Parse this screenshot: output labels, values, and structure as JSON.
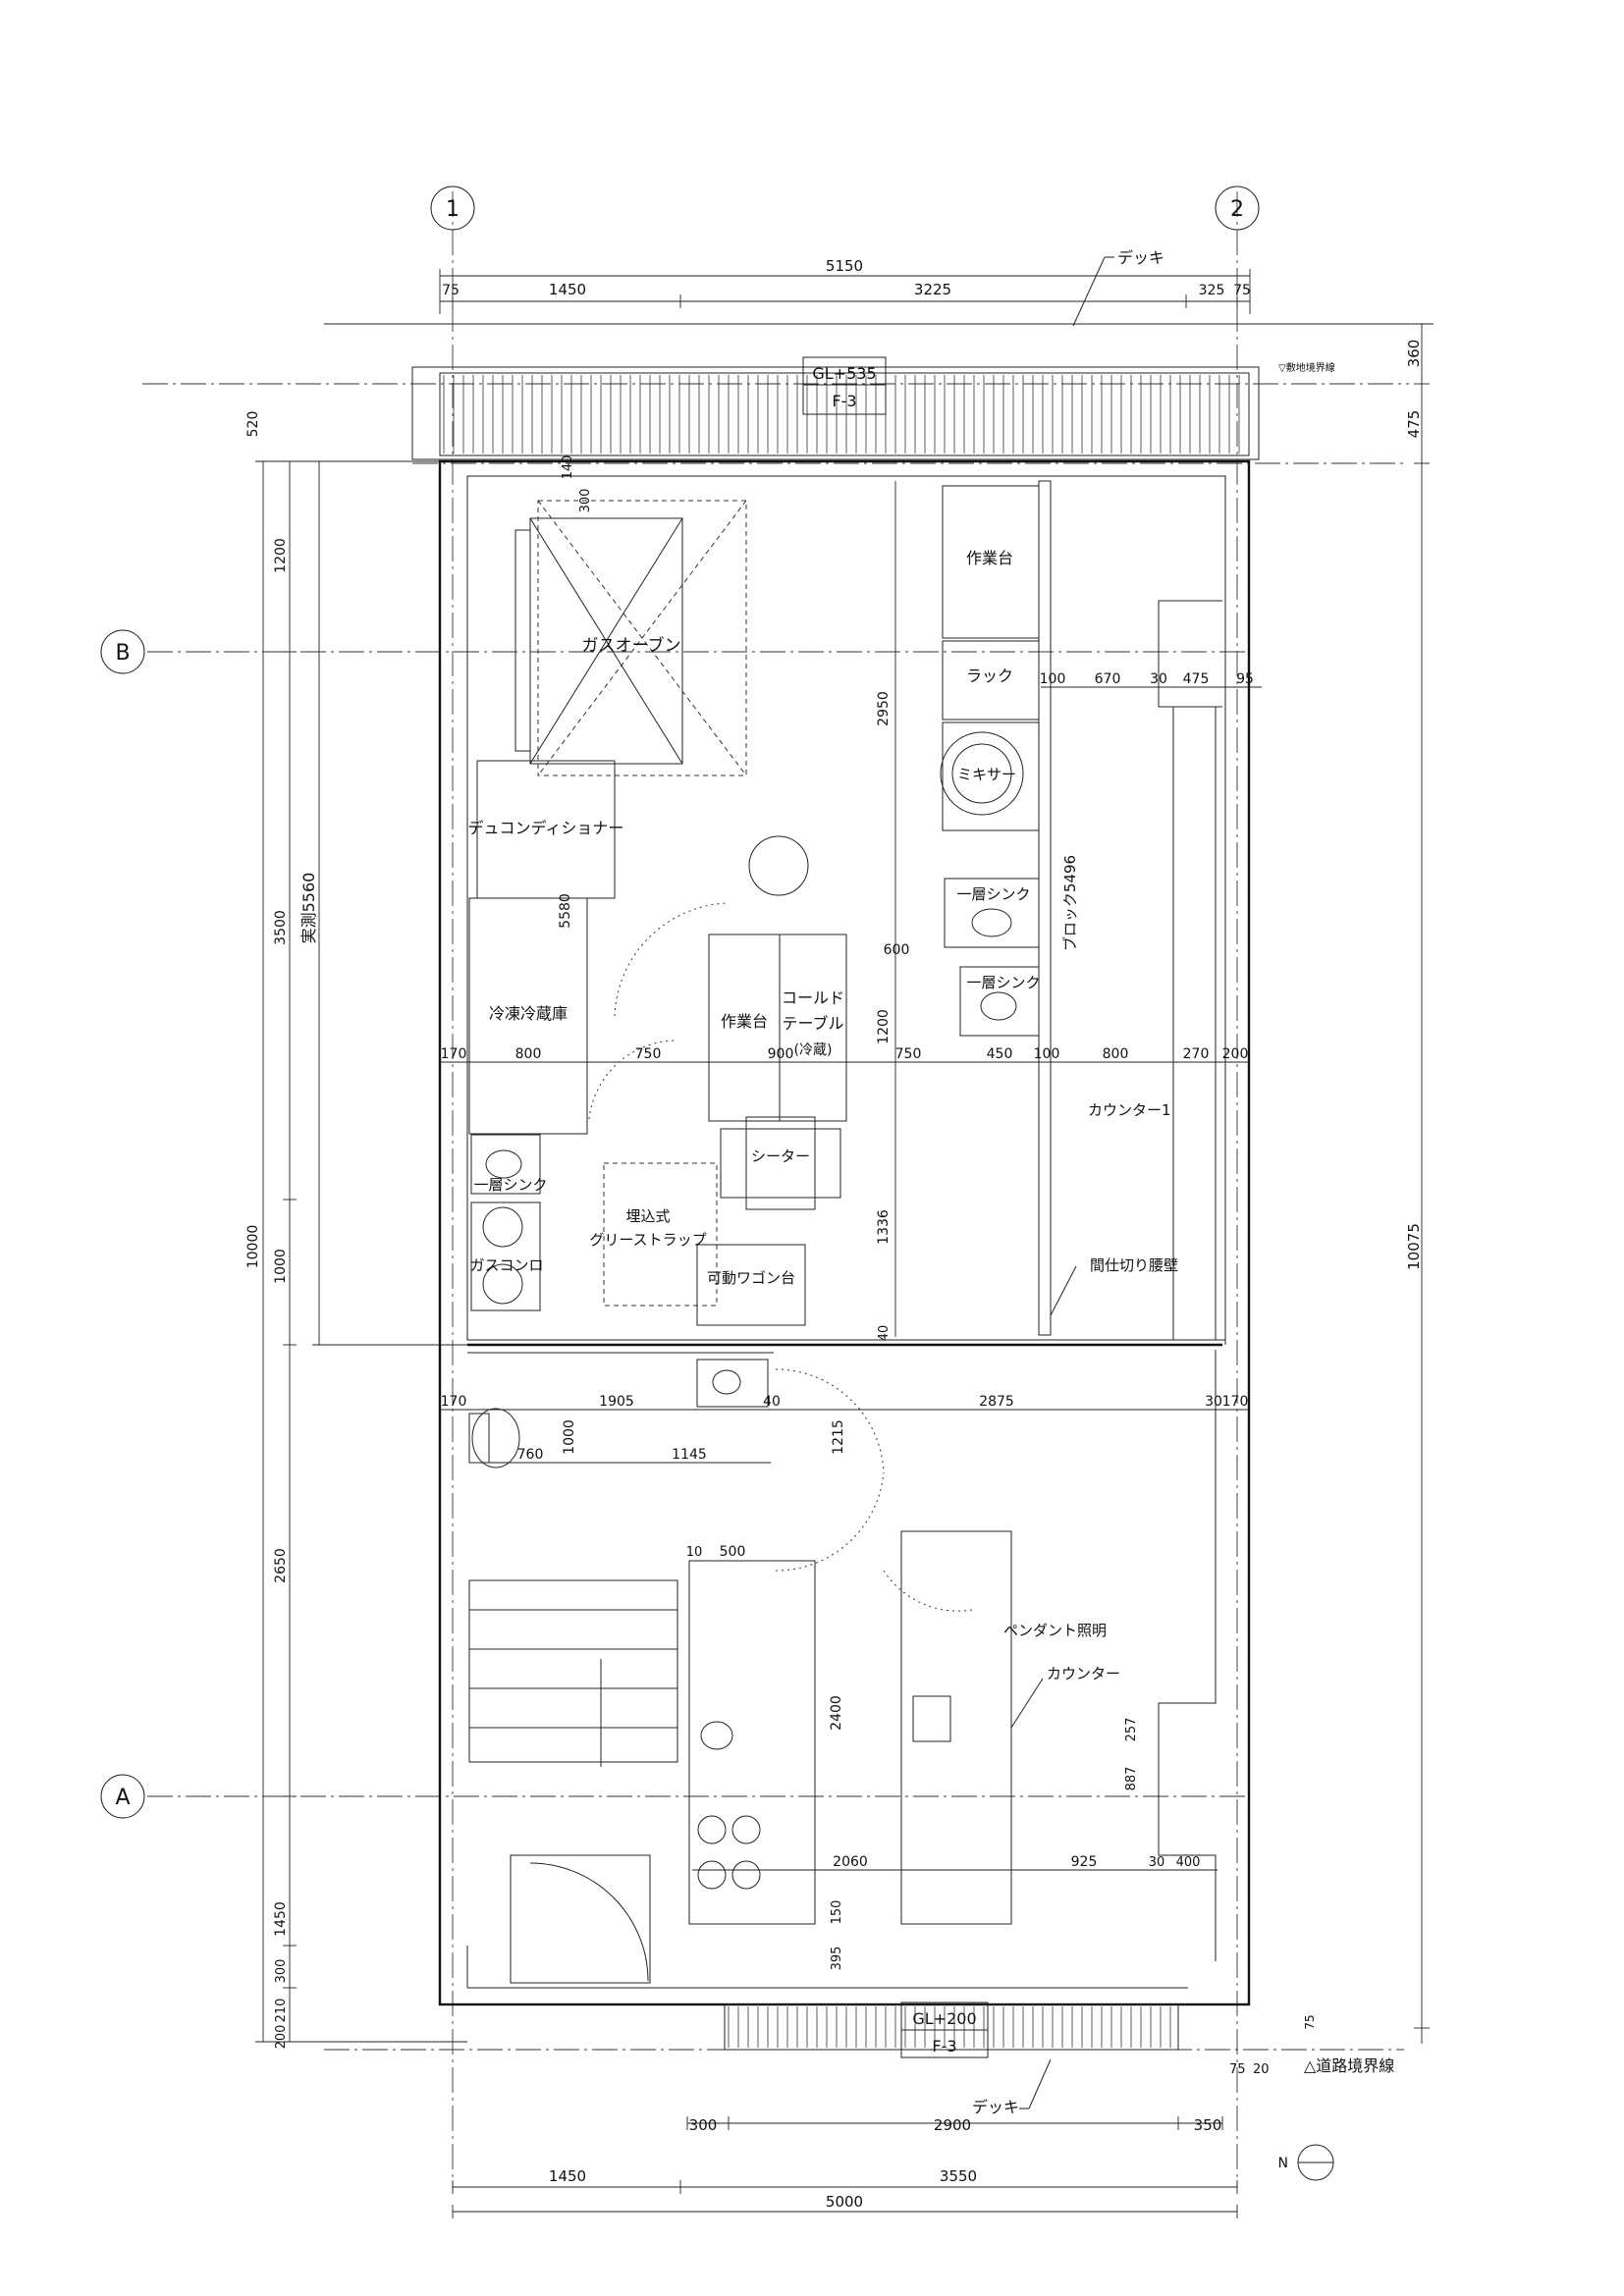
{
  "grid": {
    "col1": "1",
    "col2": "2",
    "rowB": "B",
    "rowA": "A"
  },
  "levels": {
    "top": "GL+535",
    "top_ref": "F-3",
    "bottom": "GL+200",
    "bottom_ref": "F-3"
  },
  "top_dims": {
    "overall": "5150",
    "d75a": "75",
    "d1450": "1450",
    "d3225": "3225",
    "d325": "325",
    "d75b": "75"
  },
  "bottom_dims": {
    "d300": "300",
    "d2900": "2900",
    "d350": "350",
    "d1450": "1450",
    "d3550": "3550",
    "d5000": "5000"
  },
  "left_dims": {
    "d520": "520",
    "d1200": "1200",
    "d3500": "3500",
    "d10000": "10000",
    "d1000": "1000",
    "d2650": "2650",
    "d1450": "1450",
    "d300": "300",
    "d210": "210",
    "d200": "200",
    "actual": "実測5560"
  },
  "right_dims": {
    "d360": "360",
    "d475": "475",
    "d10075": "10075",
    "d75": "75",
    "d20": "20",
    "d75b": "75"
  },
  "row_dims": {
    "r1": [
      "170",
      "800",
      "750",
      "900",
      "750",
      "450",
      "100",
      "800",
      "270",
      "200"
    ],
    "r2": [
      "170",
      "1905",
      "40",
      "2875",
      "30",
      "170"
    ],
    "rack": [
      "100",
      "670",
      "30",
      "475",
      "95"
    ]
  },
  "inner_dims": {
    "d140": "140",
    "d300": "300",
    "d2950": "2950",
    "d5580": "5580",
    "d600": "600",
    "d1200": "1200",
    "d1336": "1336",
    "d40": "40",
    "d1000": "1000",
    "d760": "760",
    "d1145": "1145",
    "d1215": "1215",
    "d10": "10",
    "d500": "500",
    "d2400": "2400",
    "d257": "257",
    "d887": "887",
    "d2060": "2060",
    "d925": "925",
    "d30": "30",
    "d400": "400",
    "d150": "150",
    "d395": "395"
  },
  "labels": {
    "deck_top": "デッキ",
    "deck_bottom": "デッキ",
    "boundary_top": "▽敷地境界線",
    "road_boundary": "△道路境界線",
    "north": "N",
    "gas_oven": "ガスオーブン",
    "worktable_1": "作業台",
    "rack": "ラック",
    "mixer": "ミキサー",
    "deconditioner": "デュコンディショナー",
    "sink_1a": "一層シンク",
    "sink_1b": "一層シンク",
    "block": "ブロック5496",
    "freezer": "冷凍冷蔵庫",
    "worktable_2": "作業台",
    "cold_table_1": "コールド",
    "cold_table_2": "テーブル",
    "cold_table_3": "(冷蔵)",
    "sheeter": "シーター",
    "counter_1": "カウンター1",
    "sink_1c": "一層シンク",
    "grease_trap_1": "埋込式",
    "grease_trap_2": "グリーストラップ",
    "gas_stove": "ガスコンロ",
    "wagon": "可動ワゴン台",
    "partition": "間仕切り腰壁",
    "pendant": "ペンダント照明",
    "counter_2": "カウンター"
  }
}
